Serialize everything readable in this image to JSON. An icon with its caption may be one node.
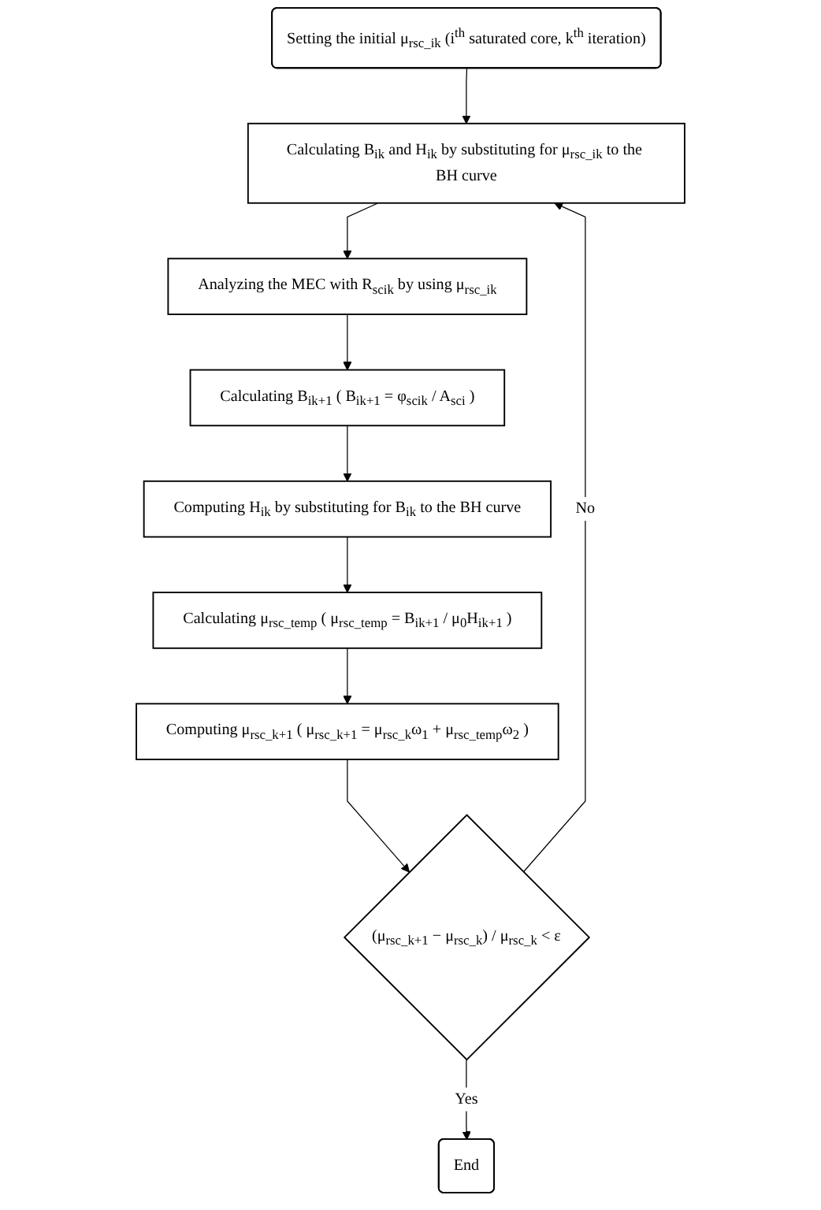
{
  "diagram": {
    "nodes": [
      {
        "text": [
          "Setting the initial μ$_{rsc_ik}$ (i$^{th}$ saturated core, k$^{th}$ iteration)"
        ]
      },
      {
        "text": [
          "Calculating B$_{ik}$ and H$_{ik}$ by substituting for μ$_{rsc_ik}$ to the BH curve"
        ]
      },
      {
        "text": [
          "Analyzing the MEC with R$_{scik}$ by using μ$_{rsc_ik}$"
        ]
      },
      {
        "text": [
          "Calculating B$_{ik+1}$ ( B$_{ik+1}$ = φ$_{scik}$ / A$_{sci}$ )"
        ]
      },
      {
        "text": [
          "Computing H$_{ik}$ by substituting for B$_{ik}$ to the BH curve"
        ]
      },
      {
        "text": [
          "Calculating μ$_{rsc_temp}$ ( μ$_{rsc_temp}$ = B$_{ik+1}$ / μ$_{0}$H$_{ik+1}$ )"
        ]
      },
      {
        "text": [
          "Computing μ$_{rsc_k+1}$ ( μ$_{rsc_k+1}$ = μ$_{rsc_k}$ω$_{1}$ + μ$_{rsc_temp}$ω$_{2}$ )"
        ]
      },
      {
        "text": [
          "(μ$_{rsc_k+1}$ − μ$_{rsc_k}$) / μ$_{rsc_k}$ < ε"
        ]
      },
      {
        "text": [
          "End"
        ]
      }
    ],
    "edges": [
      {
        "from": 0,
        "to": 1,
        "arrow": "to"
      },
      {
        "from": 1,
        "to": 2,
        "arrow": "to"
      },
      {
        "from": 2,
        "to": 3,
        "arrow": "to"
      },
      {
        "from": 3,
        "to": 4,
        "arrow": "to"
      },
      {
        "from": 4,
        "to": 5,
        "arrow": "to"
      },
      {
        "from": 5,
        "to": 6,
        "arrow": "to"
      },
      {
        "from": 6,
        "to": 7,
        "arrow": "to"
      },
      {
        "from": 7,
        "to": 8,
        "label": "Yes",
        "arrow": "to"
      },
      {
        "from": 7,
        "to": 1,
        "label": "No",
        "arrow": "to"
      }
    ]
  }
}
